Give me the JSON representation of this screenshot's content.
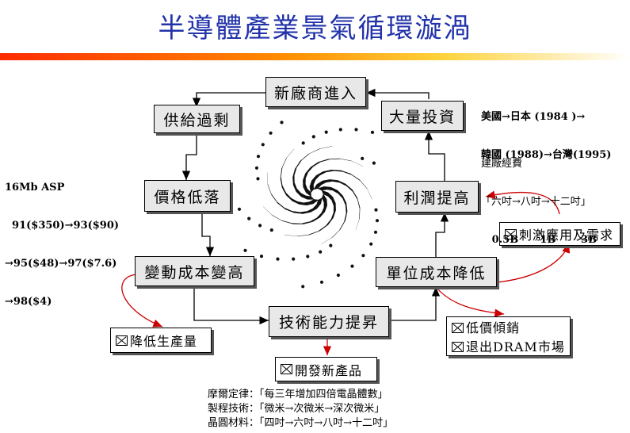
{
  "title": "半導體產業景氣循環漩渦",
  "cycle": {
    "new_entrants": "新廠商進入",
    "oversupply": "供給過剩",
    "price_drop": "價格低落",
    "variable_cost_up": "變動成本變高",
    "tech_upgrade": "技術能力提昇",
    "unit_cost_down": "單位成本降低",
    "profit_up": "利潤提高",
    "mass_investment": "大量投資"
  },
  "outcomes": {
    "reduce_output": "降低生產量",
    "new_products": "開發新產品",
    "stimulate_demand": "刺激應用及需求",
    "low_price_dumping": "低價傾銷",
    "exit_dram": "退出DRAM市場"
  },
  "notes": {
    "asp": [
      "16Mb ASP",
      "  91($350)→93($90)",
      "→95($48)→97($7.6)",
      "→98($4)"
    ],
    "countries": [
      "美國→日本 (1984 )→",
      "韓國 (1988)→台灣(1995)"
    ],
    "fab_cost": [
      "建廠經費",
      "「六吋→八吋→十二吋」",
      "   0.5B      1B       3B"
    ]
  },
  "footer": [
    "摩爾定律：「每三年增加四倍電晶體數」",
    "製程技術：「微米→次微米→深次微米」",
    "晶圓材料：「四吋→六吋→八吋→十二吋」"
  ],
  "colors": {
    "title": "#2233aa",
    "accent_arrow": "#cc0000"
  }
}
